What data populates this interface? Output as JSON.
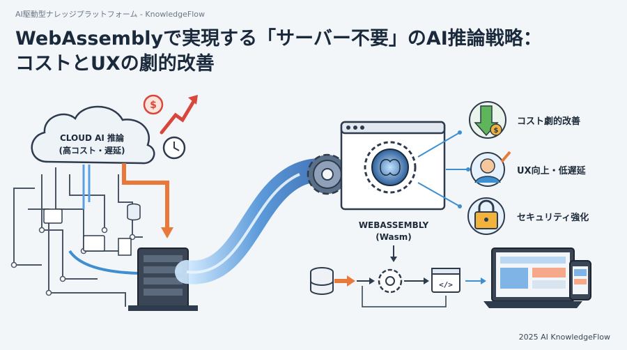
{
  "eyebrow": "AI駆動型ナレッジプラットフォーム - KnowledgeFlow",
  "title_line1": "WebAssemblyで実現する「サーバー不要」のAI推論戦略：",
  "title_line2": "コストとUXの劇的改善",
  "cloud": {
    "line1": "CLOUD AI 推論",
    "line2": "(高コスト・遅延)"
  },
  "wasm": {
    "line1": "WEBASSEMBLY",
    "line2": "(Wasm)"
  },
  "benefits": [
    {
      "label": "コスト劇的改善",
      "icon": "cost-down-icon"
    },
    {
      "label": "UX向上・低遅延",
      "icon": "happy-user-icon"
    },
    {
      "label": "セキュリティ強化",
      "icon": "lock-icon"
    }
  ],
  "footer": "2025 AI KnowledgeFlow",
  "colors": {
    "accent_blue": "#3d8fd1",
    "arrow_orange": "#e8793a",
    "arrow_red": "#d9463b",
    "dark": "#2d3b4c"
  }
}
